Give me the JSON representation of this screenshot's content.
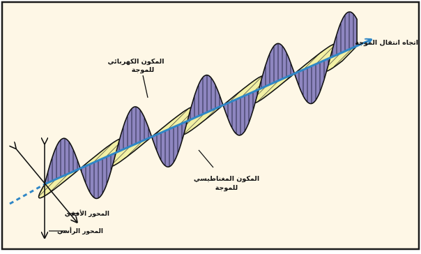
{
  "diagram": {
    "colors": {
      "background": "#fef7e6",
      "border": "#1a1a1a",
      "axis": "#2f86c6",
      "electric_fill": "#8e86c0",
      "magnetic_fill": "#f2f0a4",
      "wave_stroke": "#111111"
    },
    "labels": {
      "propagation_direction": "اتجاه انتقال الموجة",
      "electric_component_line1": "المكون الكهربائي",
      "electric_component_line2": "للموجة",
      "magnetic_component_line1": "المكون المغناطيسي",
      "magnetic_component_line2": "للموجة",
      "horizontal_axis": "المحور الأفقي",
      "vertical_axis": "المحور الرأسي"
    }
  }
}
